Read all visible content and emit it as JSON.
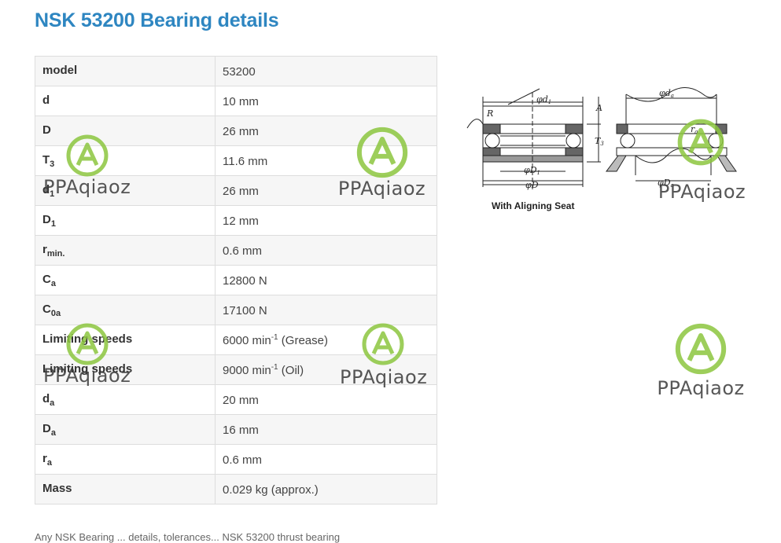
{
  "page": {
    "title": "NSK 53200 Bearing details",
    "caption": "With Aligning Seat",
    "footer": "Any NSK Bearing ... details, tolerances... NSK 53200 thrust bearing"
  },
  "watermark": {
    "text": "PPAqiaoz"
  },
  "table": [
    {
      "key": "model",
      "sub": "",
      "value": "53200",
      "sup": "",
      "value_suffix": ""
    },
    {
      "key": "d",
      "sub": "",
      "value": "10 mm",
      "sup": "",
      "value_suffix": ""
    },
    {
      "key": "D",
      "sub": "",
      "value": "26 mm",
      "sup": "",
      "value_suffix": ""
    },
    {
      "key": "T",
      "sub": "3",
      "value": "11.6 mm",
      "sup": "",
      "value_suffix": ""
    },
    {
      "key": "d",
      "sub": "1",
      "value": "26 mm",
      "sup": "",
      "value_suffix": ""
    },
    {
      "key": "D",
      "sub": "1",
      "value": "12 mm",
      "sup": "",
      "value_suffix": ""
    },
    {
      "key": "r",
      "sub": "min.",
      "value": "0.6 mm",
      "sup": "",
      "value_suffix": ""
    },
    {
      "key": "C",
      "sub": "a",
      "value": "12800 N",
      "sup": "",
      "value_suffix": ""
    },
    {
      "key": "C",
      "sub": "0a",
      "value": "17100 N",
      "sup": "",
      "value_suffix": ""
    },
    {
      "key": "Limiting speeds",
      "sub": "",
      "value": "6000 min",
      "sup": "-1",
      "value_suffix": " (Grease)"
    },
    {
      "key": "Limiting speeds",
      "sub": "",
      "value": "9000 min",
      "sup": "-1",
      "value_suffix": " (Oil)"
    },
    {
      "key": "d",
      "sub": "a",
      "value": "20 mm",
      "sup": "",
      "value_suffix": ""
    },
    {
      "key": "D",
      "sub": "a",
      "value": "16 mm",
      "sup": "",
      "value_suffix": ""
    },
    {
      "key": "r",
      "sub": "a",
      "value": "0.6 mm",
      "sup": "",
      "value_suffix": ""
    },
    {
      "key": "Mass",
      "sub": "",
      "value": "0.029 kg (approx.)",
      "sup": "",
      "value_suffix": ""
    }
  ],
  "diagram": {
    "labels": {
      "d1": "φd",
      "d1_sub": "1",
      "R": "R",
      "A": "A",
      "T3": "T",
      "T3_sub": "3",
      "D1": "φD",
      "D1_sub": "1",
      "D": "φD",
      "da": "φd",
      "da_sub": "a",
      "ra": "r",
      "ra_sub": "a",
      "Da": "φD",
      "Da_sub": "a"
    }
  }
}
